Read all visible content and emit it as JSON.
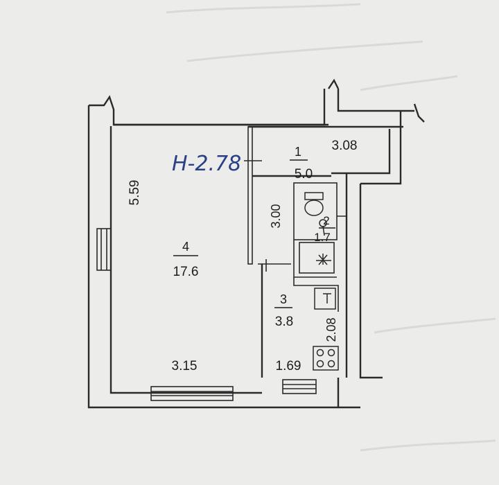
{
  "ceiling_note": "H-2.78",
  "rooms": [
    {
      "number": "1",
      "area": "5.0"
    },
    {
      "number": "2",
      "area": "1.7"
    },
    {
      "number": "3",
      "area": "3.8"
    },
    {
      "number": "4",
      "area": "17.6"
    }
  ],
  "dimensions": {
    "room1_width": "3.08",
    "room2_length": "3.00",
    "room3_length": "2.08",
    "room3_width": "1.69",
    "room4_length": "5.59",
    "room4_width": "3.15"
  },
  "fixtures": [
    "toilet-icon",
    "sink-icon",
    "kitchen-sink-icon",
    "stove-icon"
  ]
}
